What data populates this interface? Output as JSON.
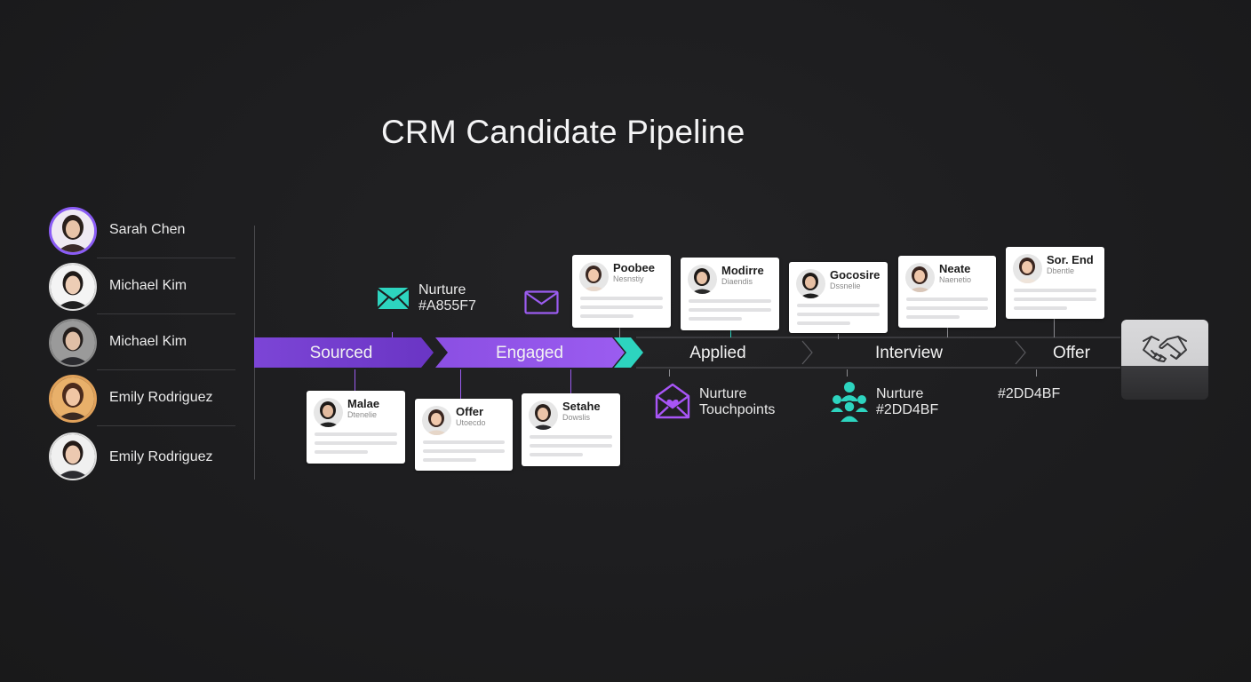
{
  "title": "CRM Candidate Pipeline",
  "sidebar": {
    "candidates": [
      {
        "name": "Sarah Chen",
        "ring": "#8B5CF6"
      },
      {
        "name": "Michael Kim",
        "ring": "#dcdcdc"
      },
      {
        "name": "Michael Kim",
        "ring": "#8a8a8a"
      },
      {
        "name": "Emily Rodriguez",
        "ring": "#E0A15A"
      },
      {
        "name": "Emily Rodriguez",
        "ring": "#dcdcdc"
      }
    ]
  },
  "stages": [
    "Sourced",
    "Engaged",
    "Applied",
    "Interview",
    "Offer"
  ],
  "top_cards": [
    {
      "name": "Poobee",
      "sub": "Nesnstiy"
    },
    {
      "name": "Modirre",
      "sub": "Diaendis"
    },
    {
      "name": "Gocosire",
      "sub": "Dssnelie"
    },
    {
      "name": "Neate",
      "sub": "Naenetio"
    },
    {
      "name": "Sor. End",
      "sub": "Dbentle"
    }
  ],
  "bottom_cards": [
    {
      "name": "Malae",
      "sub": "Dtenelie"
    },
    {
      "name": "Offer",
      "sub": "Utoecdo"
    },
    {
      "name": "Setahe",
      "sub": "Dowslis"
    }
  ],
  "nurture": {
    "top_label": "Nurture",
    "top_code": "#A855F7",
    "applied_label": "Nurture",
    "applied_sub": "Touchpoints",
    "interview_label": "Nurture",
    "interview_code": "#2DD4BF",
    "offer_code": "#2DD4BF"
  },
  "colors": {
    "purple": "#8B5CF6",
    "purple_dark": "#6D32C9",
    "teal": "#2DD4BF"
  },
  "icons": [
    "mail-icon",
    "envelope-heart-icon",
    "team-icon",
    "handshake-icon"
  ]
}
